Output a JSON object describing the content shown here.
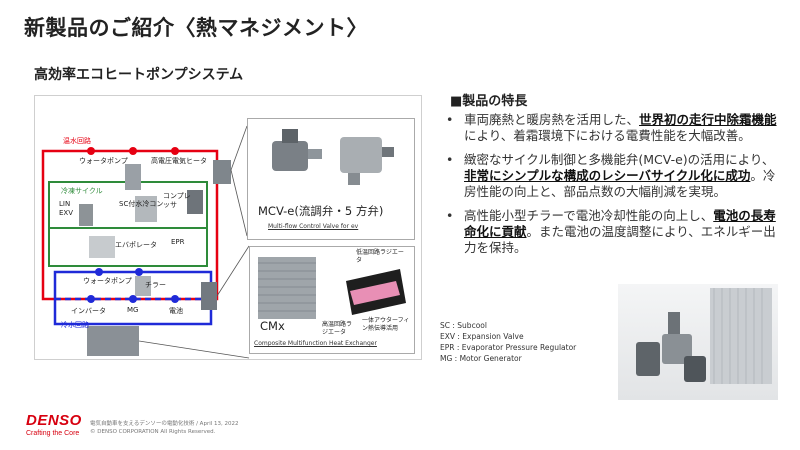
{
  "page": {
    "title": "新製品のご紹介〈熱マネジメント〉",
    "subtitle": "高効率エコヒートポンプシステム"
  },
  "diagram": {
    "hot_loop_label": "温水回路",
    "refrigeration_label": "冷凍サイクル",
    "cold_loop_label": "冷水回路",
    "water_pump_top": "ウォータポンプ",
    "heater": "高電圧電気ヒータ",
    "sc_condenser": "SC付水冷コン",
    "lin_exv": "LIN EXV",
    "compressor": "コンプレッサ",
    "evaporator": "エバポレータ",
    "epr": "EPR",
    "water_pump_bottom": "ウォータポンプ",
    "chiller": "チラー",
    "inverter": "インバータ",
    "mg": "MG",
    "battery": "電池",
    "mcv_title": "MCV-e(流調弁・5 方弁)",
    "mcv_caption": "Multi-flow Control Valve for ev",
    "cmx_title": "CMx",
    "cmx_caption": "Composite Multifunction Heat Exchanger",
    "cmx_low_temp": "低温回路ラジエータ",
    "cmx_high_temp": "高温回路ラジエータ",
    "cmx_fin": "一体アウターフィン熱伝導活用"
  },
  "features": {
    "heading": "■製品の特長",
    "items": [
      {
        "before": "車両廃熱と暖房熱を活用した、",
        "bold": "世界初の走行中除霜機能",
        "after": "により、着霜環境下における電費性能を大幅改善。"
      },
      {
        "before": "緻密なサイクル制御と多機能弁(MCV-e)の活用により、",
        "bold": "非常にシンプルな構成のレシーバサイクル化に成功",
        "after": "。冷房性能の向上と、部品点数の大幅削減を実現。"
      },
      {
        "before": "高性能小型チラーで電池冷却性能の向上し、",
        "bold": "電池の長寿命化に貢献",
        "after": "。また電池の温度調整により、エネルギー出力を保持。"
      }
    ]
  },
  "abbreviations": [
    "SC : Subcool",
    "EXV : Expansion Valve",
    "EPR : Evaporator Pressure Regulator",
    "MG : Motor Generator"
  ],
  "brand": {
    "logo": "DENSO",
    "tagline": "Crafting the Core",
    "footer_line1": "電気自動車を支えるデンソーの電動化技術 / April 13, 2022",
    "footer_line2": "© DENSO CORPORATION All Rights Reserved."
  },
  "colors": {
    "hot_loop": "#e60012",
    "refrigeration": "#2e8b3a",
    "cold_loop": "#1f2ad8",
    "brand_red": "#d7000f"
  }
}
